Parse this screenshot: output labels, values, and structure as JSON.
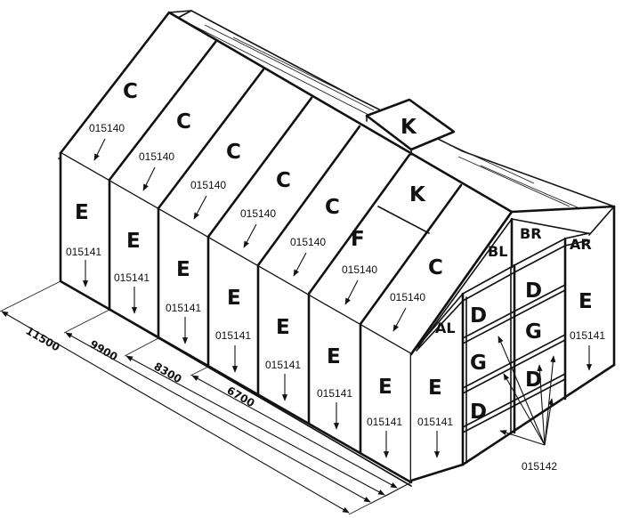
{
  "panels": {
    "roof_c": "C",
    "ridge_k": "K",
    "roof_f": "F",
    "side_e": "E",
    "end_d": "D",
    "end_g": "G",
    "gable_al": "AL",
    "gable_bl": "BL",
    "gable_br": "BR",
    "gable_ar": "AR"
  },
  "part_numbers": {
    "roof": "015140",
    "side": "015141",
    "end": "015142"
  },
  "dimensions": [
    "11500",
    "9900",
    "8300",
    "6700"
  ]
}
